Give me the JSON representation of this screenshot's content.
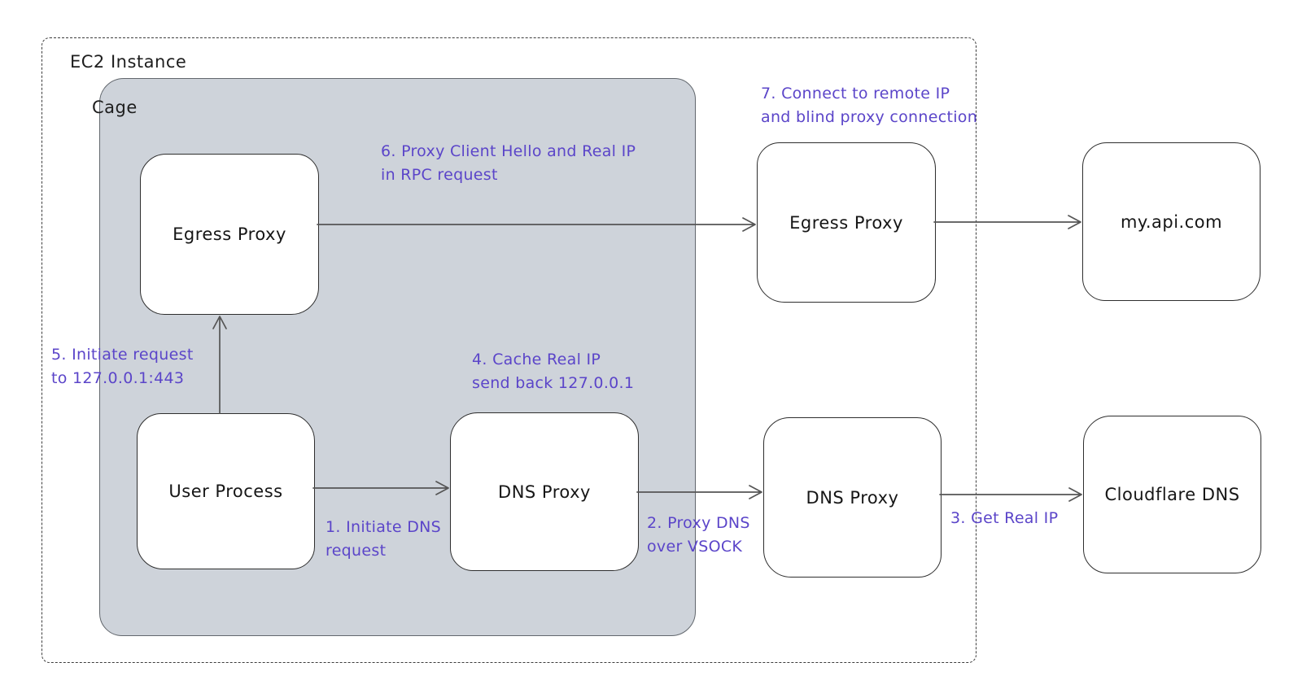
{
  "containers": {
    "ec2": {
      "label": "EC2 Instance"
    },
    "cage": {
      "label": "Cage"
    }
  },
  "nodes": {
    "egress_proxy_cage": {
      "label": "Egress Proxy"
    },
    "user_process": {
      "label": "User Process"
    },
    "dns_proxy_cage": {
      "label": "DNS Proxy"
    },
    "egress_proxy_host": {
      "label": "Egress Proxy"
    },
    "dns_proxy_host": {
      "label": "DNS Proxy"
    },
    "my_api": {
      "label": "my.api.com"
    },
    "cloudflare_dns": {
      "label": "Cloudflare DNS"
    }
  },
  "annotations": {
    "step1": {
      "text": "1. Initiate DNS\nrequest"
    },
    "step2": {
      "text": "2. Proxy DNS\nover VSOCK"
    },
    "step3": {
      "text": "3. Get Real IP"
    },
    "step4": {
      "text": "4. Cache Real IP\nsend back 127.0.0.1"
    },
    "step5": {
      "text": "5. Initiate request\nto 127.0.0.1:443"
    },
    "step6": {
      "text": "6. Proxy Client Hello and Real IP\nin RPC request"
    },
    "step7": {
      "text": "7. Connect to remote IP\nand blind proxy connection"
    }
  },
  "edges": [
    {
      "from": "user_process",
      "to": "egress_proxy_cage"
    },
    {
      "from": "user_process",
      "to": "dns_proxy_cage"
    },
    {
      "from": "dns_proxy_cage",
      "to": "dns_proxy_host"
    },
    {
      "from": "dns_proxy_host",
      "to": "cloudflare_dns"
    },
    {
      "from": "egress_proxy_cage",
      "to": "egress_proxy_host"
    },
    {
      "from": "egress_proxy_host",
      "to": "my_api"
    }
  ],
  "colors": {
    "annotation_purple": "#5b45c9",
    "cage_fill": "#ced3da",
    "cage_border": "#62676d",
    "node_border": "#2e2e2e",
    "arrow": "#555555",
    "dashed_boundary": "#3c3c3c",
    "background": "#ffffff"
  }
}
